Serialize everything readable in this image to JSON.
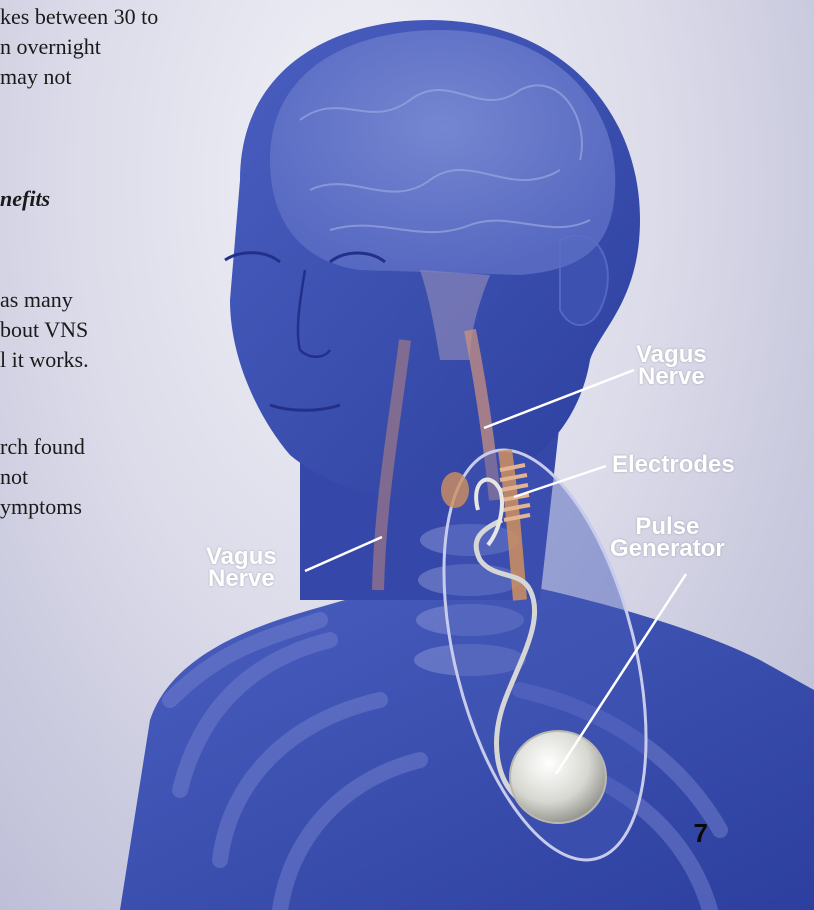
{
  "text_column": {
    "lines_top": [
      "kes between 30 to",
      "n overnight",
      "may not"
    ],
    "heading": "nefits",
    "lines_mid": [
      "as many",
      "bout VNS",
      "l it works."
    ],
    "lines_bottom": [
      "rch found",
      "not",
      "ymptoms"
    ]
  },
  "illustration": {
    "labels": {
      "vagus_nerve_right": [
        "Vagus",
        "Nerve"
      ],
      "electrodes": [
        "Electrodes"
      ],
      "pulse_generator": [
        "Pulse",
        "Generator"
      ],
      "vagus_nerve_left": [
        "Vagus",
        "Nerve"
      ]
    }
  },
  "page_number": "7",
  "colors": {
    "body_blue": "#3a4fb0",
    "body_blue_dark": "#2a3d9a",
    "nerve": "#b08080",
    "label_text": "#ffffff"
  }
}
